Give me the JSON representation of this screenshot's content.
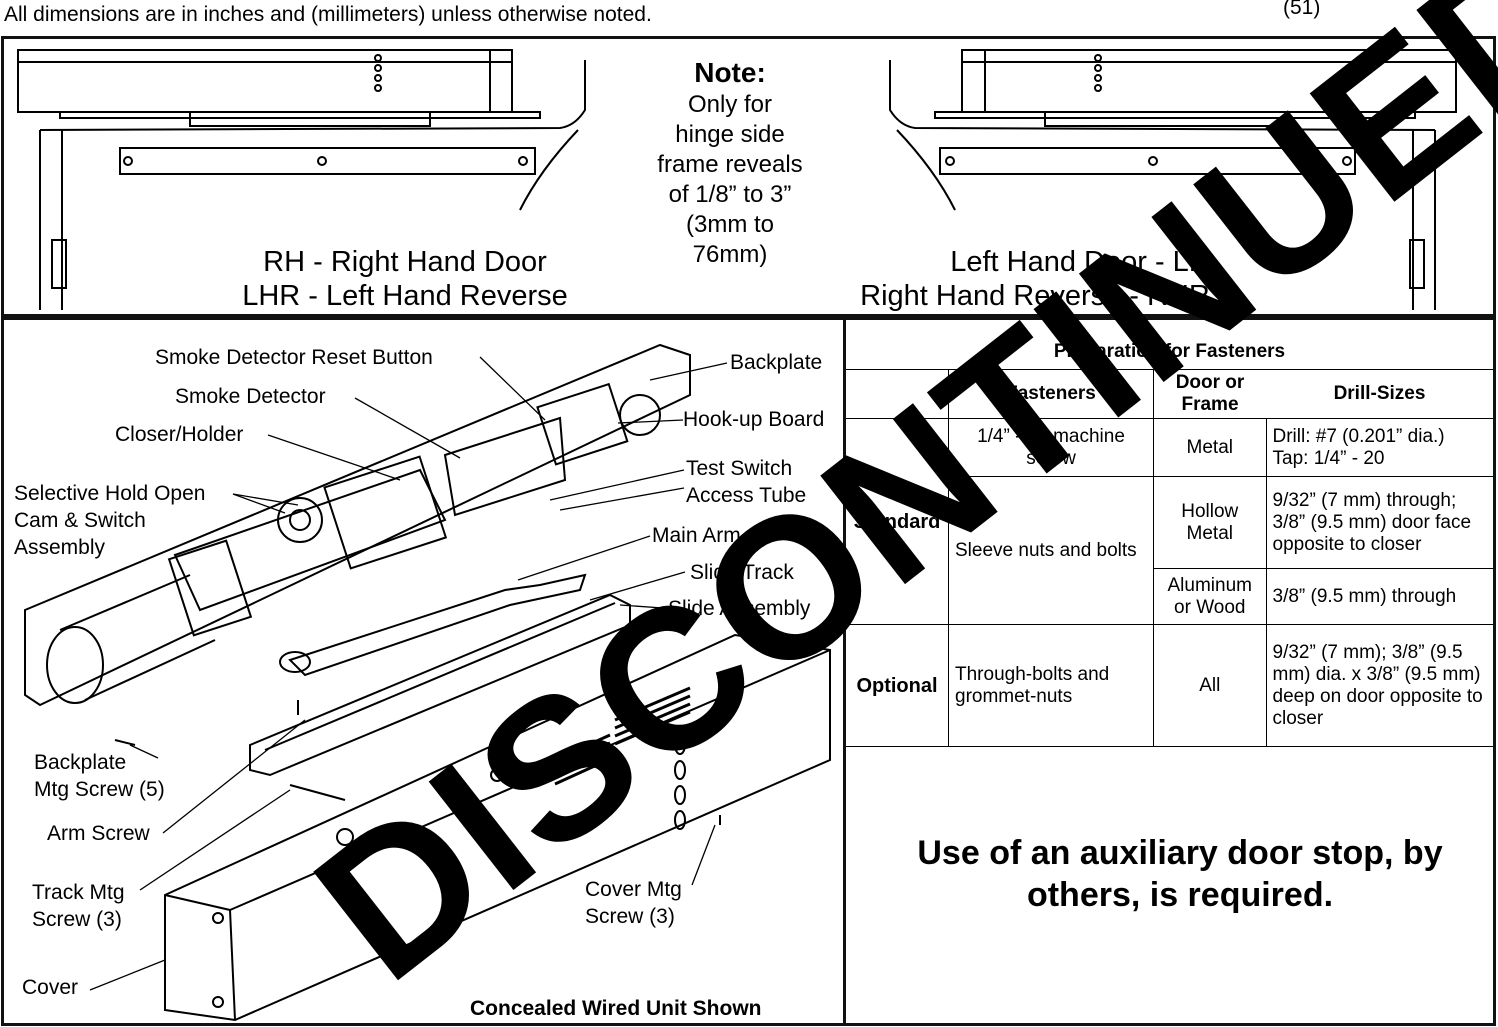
{
  "header": {
    "dimensions_note": "All dimensions are in inches and (millimeters) unless otherwise noted.",
    "partial_value": "(51)"
  },
  "top_panel": {
    "right_hand_line1": "RH - Right Hand Door",
    "right_hand_line2": "LHR - Left Hand Reverse",
    "left_hand_line1": "Left Hand Door - LH",
    "left_hand_line2": "Right Hand Reverse - RHR",
    "note": {
      "title": "Note:",
      "lines": [
        "Only for",
        "hinge side",
        "frame reveals",
        "of 1/8” to 3”",
        "(3mm to",
        "76mm)"
      ]
    }
  },
  "diagram_labels": {
    "smoke_reset": "Smoke Detector Reset Button",
    "smoke_detector": "Smoke Detector",
    "closer_holder": "Closer/Holder",
    "selective_1": "Selective Hold Open",
    "selective_2": "Cam & Switch",
    "selective_3": "Assembly",
    "backplate": "Backplate",
    "hookup": "Hook-up Board",
    "test_switch_1": "Test Switch",
    "test_switch_2": "Access Tube",
    "main_arm": "Main Arm",
    "slide_track": "Slide Track",
    "slide_assembly": "Slide Assembly",
    "backplate_screw_1": "Backplate",
    "backplate_screw_2": "Mtg Screw (5)",
    "arm_screw": "Arm Screw",
    "track_screw_1": "Track Mtg",
    "track_screw_2": "Screw (3)",
    "cover_screw_1": "Cover Mtg",
    "cover_screw_2": "Screw (3)",
    "cover": "Cover",
    "caption": "Concealed Wired Unit Shown"
  },
  "table": {
    "title": "Preparation for Fasteners",
    "headers": [
      "Fasteners",
      "Door or Frame",
      "Drill-Sizes"
    ],
    "standard_label": "Standard",
    "optional_label": "Optional",
    "r1_fastener": "1/4” - 20 machine screw",
    "r1_material": "Metal",
    "r1_drill_1": "Drill: #7 (0.201” dia.)",
    "r1_drill_2": "Tap:  1/4” - 20",
    "r2_fastener": "Sleeve nuts and bolts",
    "r2_material": "Hollow Metal",
    "r2_drill": "9/32” (7 mm) through; 3/8” (9.5 mm) door face opposite to closer",
    "r3_material": "Aluminum or Wood",
    "r3_drill": "3/8” (9.5 mm) through",
    "r4_fastener": "Through-bolts and grommet-nuts",
    "r4_material": "All",
    "r4_drill": "9/32” (7 mm); 3/8” (9.5 mm) dia. x 3/8” (9.5 mm) deep on door opposite to closer"
  },
  "requirement": "Use of an auxiliary door stop, by others, is required.",
  "watermark": "DISCONTINUED"
}
